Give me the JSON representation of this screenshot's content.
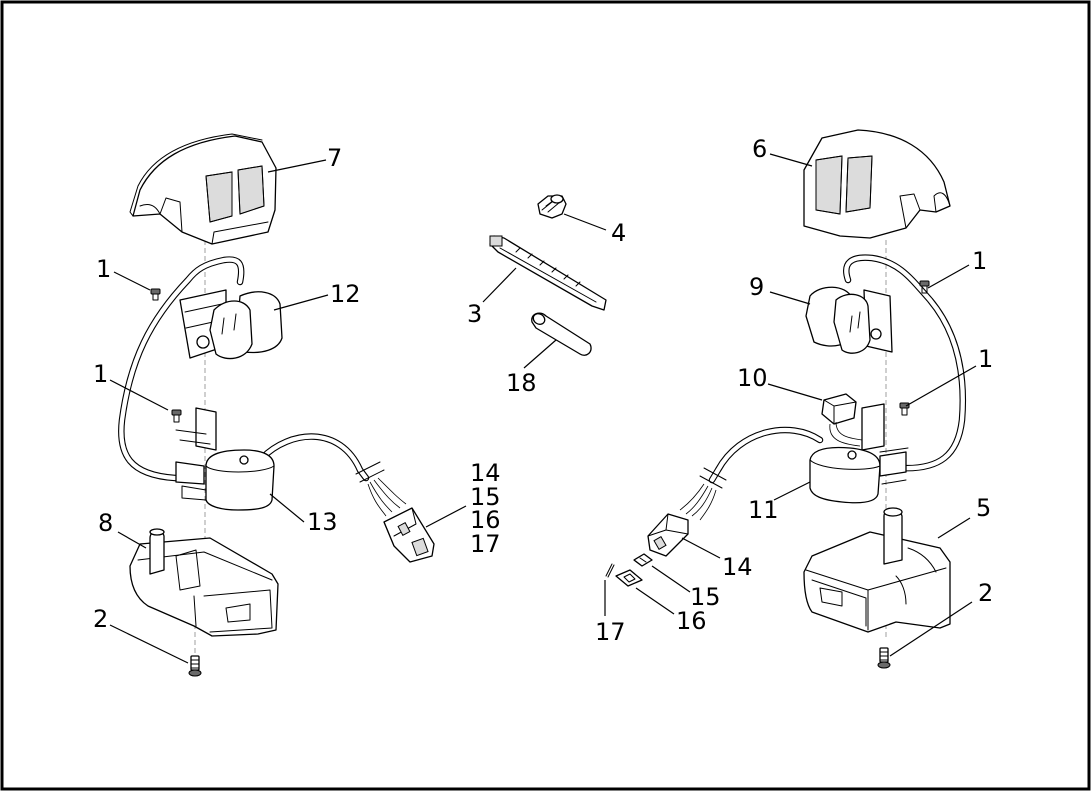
{
  "diagram": {
    "callouts": [
      {
        "id": "c7",
        "text": "7"
      },
      {
        "id": "c1a",
        "text": "1"
      },
      {
        "id": "c12",
        "text": "12"
      },
      {
        "id": "c1b",
        "text": "1"
      },
      {
        "id": "c13",
        "text": "13"
      },
      {
        "id": "c8",
        "text": "8"
      },
      {
        "id": "c2a",
        "text": "2"
      },
      {
        "id": "c14a",
        "text": "14"
      },
      {
        "id": "c15a",
        "text": "15"
      },
      {
        "id": "c16a",
        "text": "16"
      },
      {
        "id": "c17a",
        "text": "17"
      },
      {
        "id": "c4",
        "text": "4"
      },
      {
        "id": "c3",
        "text": "3"
      },
      {
        "id": "c18",
        "text": "18"
      },
      {
        "id": "c6",
        "text": "6"
      },
      {
        "id": "c1c",
        "text": "1"
      },
      {
        "id": "c9",
        "text": "9"
      },
      {
        "id": "c1d",
        "text": "1"
      },
      {
        "id": "c10",
        "text": "10"
      },
      {
        "id": "c11",
        "text": "11"
      },
      {
        "id": "c5",
        "text": "5"
      },
      {
        "id": "c2b",
        "text": "2"
      },
      {
        "id": "c14b",
        "text": "14"
      },
      {
        "id": "c15b",
        "text": "15"
      },
      {
        "id": "c16b",
        "text": "16"
      },
      {
        "id": "c17b",
        "text": "17"
      }
    ]
  }
}
